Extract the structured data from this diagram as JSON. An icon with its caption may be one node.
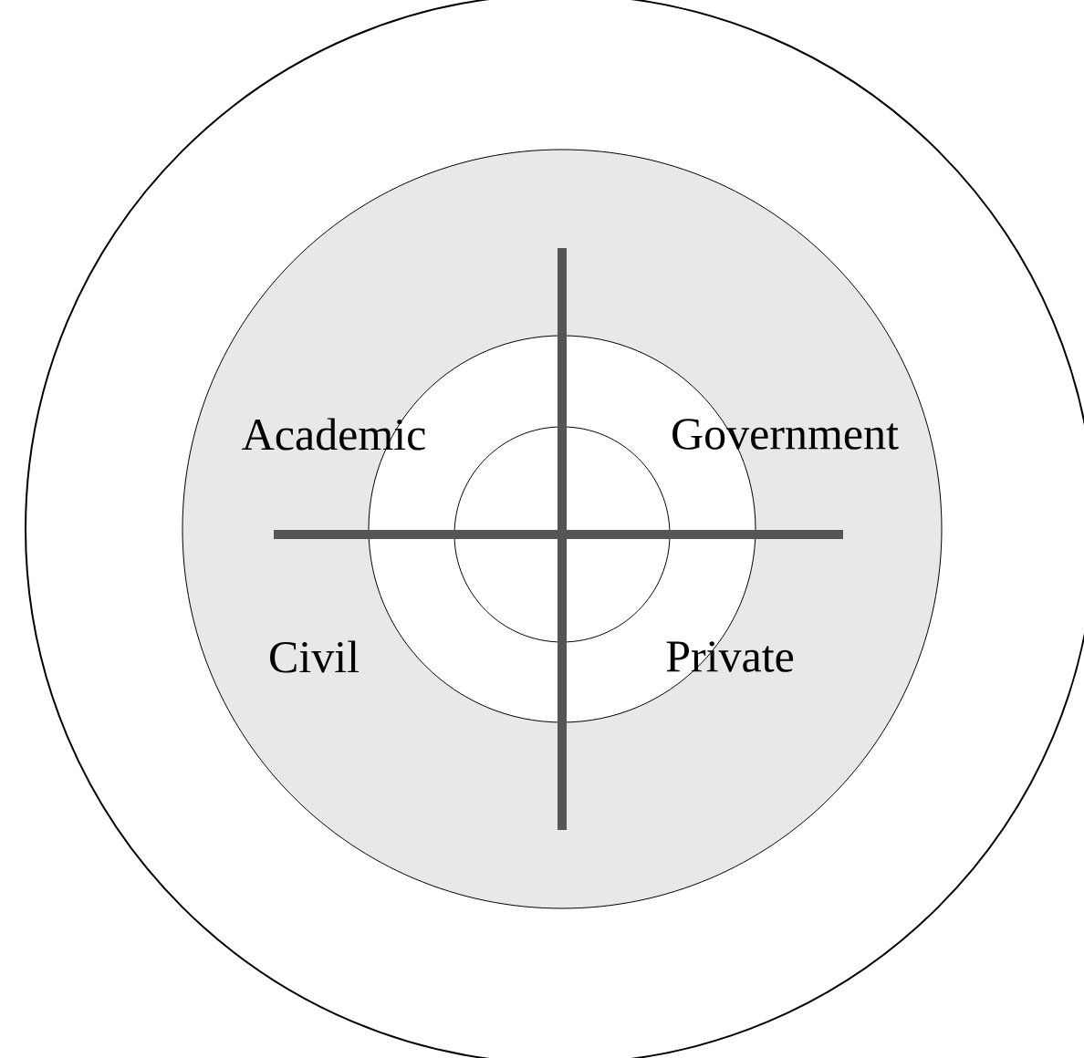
{
  "diagram": {
    "labels": [
      "Academic",
      "Government",
      "Civil",
      "Private"
    ]
  }
}
